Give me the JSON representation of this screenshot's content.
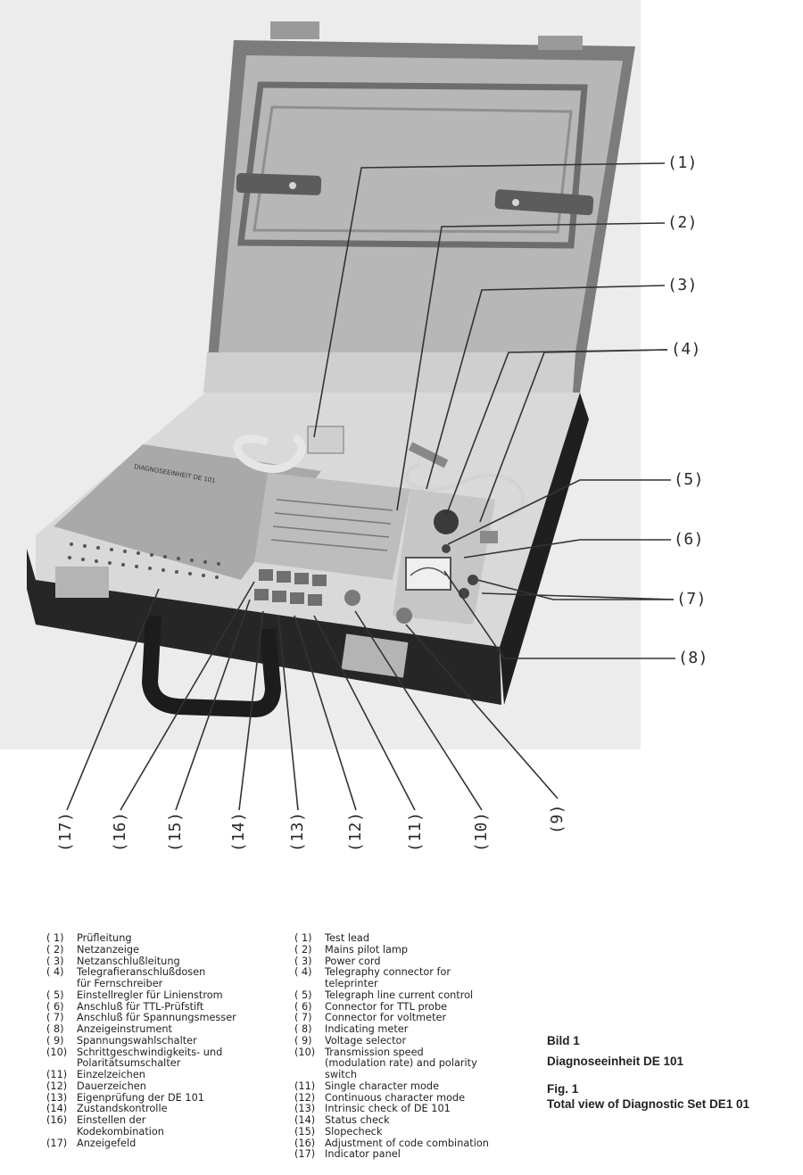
{
  "callouts_right": [
    {
      "label": "(1)"
    },
    {
      "label": "(2)"
    },
    {
      "label": "(3)"
    },
    {
      "label": "(4)"
    },
    {
      "label": "(5)"
    },
    {
      "label": "(6)"
    },
    {
      "label": "(7)"
    },
    {
      "label": "(8)"
    }
  ],
  "callouts_bottom": [
    {
      "label": "(17)"
    },
    {
      "label": "(16)"
    },
    {
      "label": "(15)"
    },
    {
      "label": "(14)"
    },
    {
      "label": "(13)"
    },
    {
      "label": "(12)"
    },
    {
      "label": "(11)"
    },
    {
      "label": "(10)"
    },
    {
      "label": "(9)"
    }
  ],
  "panel_label": "DIAGNOSEEINHEIT DE 101",
  "legend_de": [
    {
      "num": "( 1)",
      "text": "Prüfleitung"
    },
    {
      "num": "( 2)",
      "text": "Netzanzeige"
    },
    {
      "num": "( 3)",
      "text": "Netzanschlußleitung"
    },
    {
      "num": "( 4)",
      "text": "Telegrafieranschlußdosen"
    },
    {
      "num": "",
      "text": "  für Fernschreiber"
    },
    {
      "num": "( 5)",
      "text": "Einstellregler für Linienstrom"
    },
    {
      "num": "( 6)",
      "text": "Anschluß für TTL-Prüfstift"
    },
    {
      "num": "( 7)",
      "text": "Anschluß für Spannungsmesser"
    },
    {
      "num": "( 8)",
      "text": "Anzeigeinstrument"
    },
    {
      "num": "( 9)",
      "text": "Spannungswahlschalter"
    },
    {
      "num": "(10)",
      "text": "Schrittgeschwindigkeits- und"
    },
    {
      "num": "",
      "text": "Polaritätsumschalter"
    },
    {
      "num": "(11)",
      "text": "Einzelzeichen"
    },
    {
      "num": "(12)",
      "text": "Dauerzeichen"
    },
    {
      "num": "(13)",
      "text": "Eigenprüfung der DE 101"
    },
    {
      "num": "(14)",
      "text": "Zustandskontrolle"
    },
    {
      "num": "(16)",
      "text": "Einstellen der"
    },
    {
      "num": "",
      "text": "Kodekombination"
    },
    {
      "num": "(17)",
      "text": "Anzeigefeld"
    }
  ],
  "legend_en": [
    {
      "num": "( 1)",
      "text": "Test lead"
    },
    {
      "num": "( 2)",
      "text": "Mains pilot lamp"
    },
    {
      "num": "( 3)",
      "text": "Power cord"
    },
    {
      "num": "( 4)",
      "text": "Telegraphy connector for"
    },
    {
      "num": "",
      "text": "teleprinter"
    },
    {
      "num": "( 5)",
      "text": "Telegraph line current control"
    },
    {
      "num": "( 6)",
      "text": "Connector for TTL probe"
    },
    {
      "num": "( 7)",
      "text": "Connector for voltmeter"
    },
    {
      "num": "( 8)",
      "text": "Indicating meter"
    },
    {
      "num": "( 9)",
      "text": "Voltage selector"
    },
    {
      "num": "(10)",
      "text": "Transmission speed"
    },
    {
      "num": "",
      "text": "(modulation rate) and polarity"
    },
    {
      "num": "",
      "text": "switch"
    },
    {
      "num": "(11)",
      "text": "Single character mode"
    },
    {
      "num": "(12)",
      "text": "Continuous character mode"
    },
    {
      "num": "(13)",
      "text": "Intrinsic check of DE 101"
    },
    {
      "num": "(14)",
      "text": "Status check"
    },
    {
      "num": "(15)",
      "text": "Slopecheck"
    },
    {
      "num": "(16)",
      "text": "Adjustment of code combination"
    },
    {
      "num": "(17)",
      "text": "Indicator panel"
    }
  ],
  "caption": {
    "bild": "Bild 1",
    "de_title": "Diagnoseeinheit DE 101",
    "fig": "Fig. 1",
    "en_title": "Total view of Diagnostic Set DE1 01"
  }
}
